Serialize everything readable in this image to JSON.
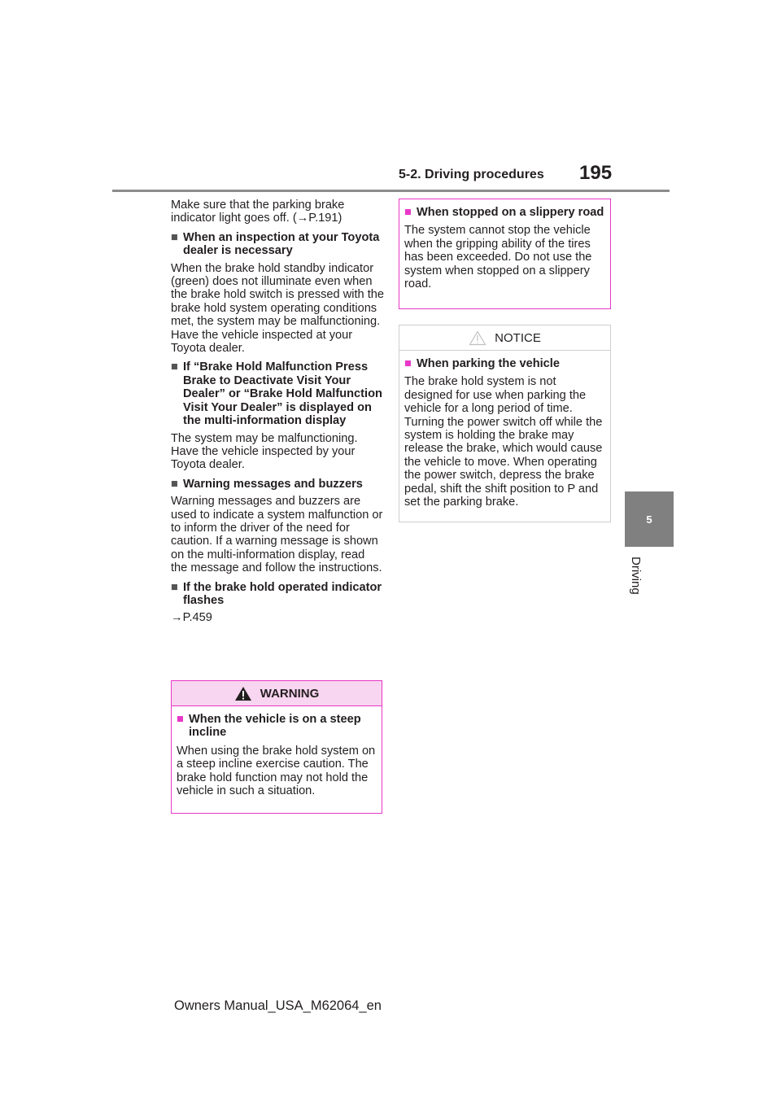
{
  "header": {
    "section_title": "5-2. Driving procedures",
    "page_number": "195"
  },
  "chapter_tab": {
    "number": "5",
    "label": "Driving"
  },
  "left_column": {
    "intro": "Make sure that the parking brake indicator light goes off. (→P.191)",
    "inspection_heading": "When an inspection at your Toyota dealer is necessary",
    "inspection_body": "When the brake hold standby indicator (green) does not illuminate even when the brake hold switch is pressed with the brake hold system operating conditions met, the system may be malfunctioning. Have the vehicle inspected at your Toyota dealer.",
    "malfunction_heading": "If “Brake Hold Malfunction Press Brake to Deactivate Visit Your Dealer” or “Brake Hold Malfunction Visit Your Dealer” is displayed on the multi-information display",
    "malfunction_body": "The system may be malfunctioning. Have the vehicle inspected by your Toyota dealer.",
    "warning_msgs_heading": "Warning messages and buzzers",
    "warning_msgs_body": "Warning messages and buzzers are used to indicate a system malfunction or to inform the driver of the need for caution. If a warning message is shown on the multi-information display, read the message and follow the instructions.",
    "flash_heading": "If the brake hold operated indicator flashes",
    "flash_ref": "→P.459"
  },
  "warning_box": {
    "title": "WARNING",
    "heading": "When the vehicle is on a steep incline",
    "body": "When using the brake hold system on a steep incline exercise caution. The brake hold function may not hold the vehicle in such a situation."
  },
  "slippery_box": {
    "heading": "When stopped on a slippery road",
    "body": "The system cannot stop the vehicle when the gripping ability of the tires has been exceeded. Do not use the system when stopped on a slippery road."
  },
  "notice_box": {
    "title": "NOTICE",
    "heading": "When parking the vehicle",
    "body": "The brake hold system is not designed for use when parking the vehicle for a long period of time. Turning the power switch off while the system is holding the brake may release the brake, which would cause the vehicle to move. When operating the power switch, depress the brake pedal, shift the shift position to P and set the parking brake."
  },
  "footer": {
    "text": "Owners Manual_USA_M62064_en"
  },
  "icons": {
    "bullet": "square-bullet-icon",
    "warning": "warning-triangle-icon",
    "notice": "caution-triangle-outline-icon",
    "arrow": "right-arrow-icon"
  },
  "colors": {
    "warning_border": "#e838c8",
    "warning_header_fill": "#f8d5f0",
    "chapter_tab": "#808080"
  }
}
